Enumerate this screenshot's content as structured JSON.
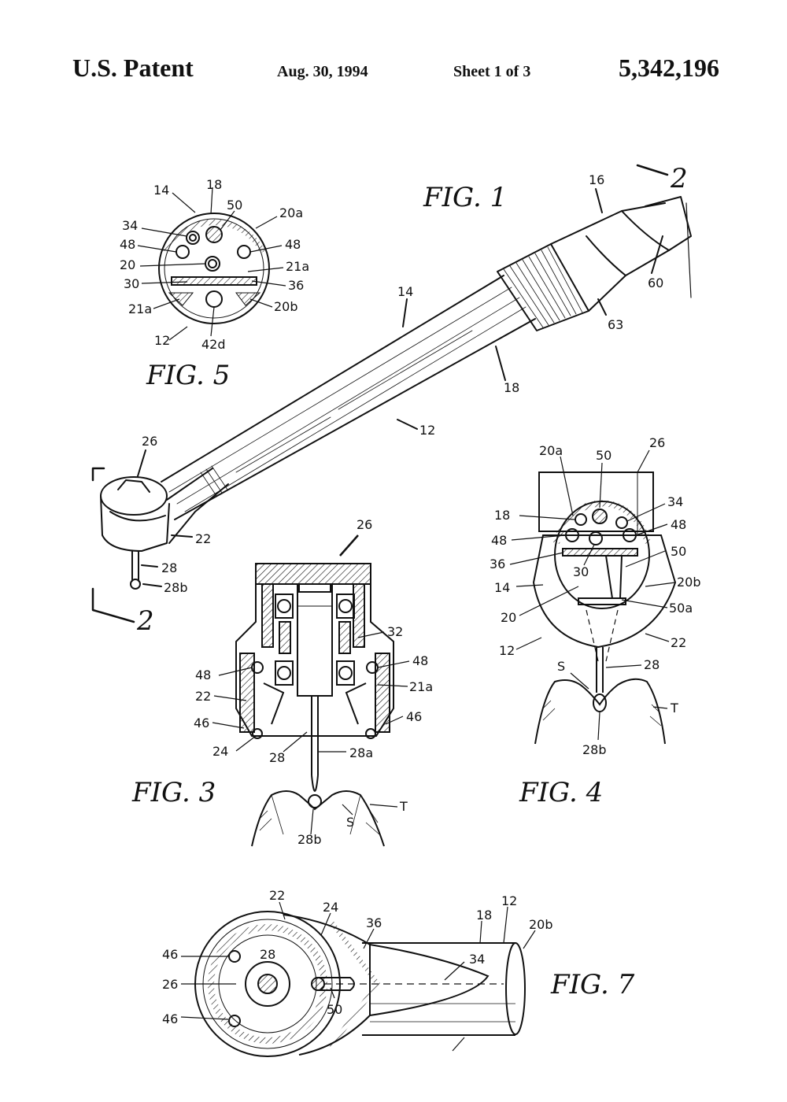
{
  "header": {
    "left": "U.S. Patent",
    "date": "Aug. 30, 1994",
    "sheet": "Sheet 1 of 3",
    "number": "5,342,196"
  },
  "figures": {
    "fig1": {
      "caption": "FIG. 1",
      "labels": [
        "16",
        "2",
        "60",
        "63",
        "14",
        "18",
        "12",
        "26",
        "22",
        "28",
        "28b",
        "2"
      ]
    },
    "fig5": {
      "caption": "FIG. 5",
      "labels": [
        "14",
        "18",
        "50",
        "20a",
        "34",
        "48",
        "48",
        "20",
        "21a",
        "30",
        "36",
        "21a",
        "20b",
        "12",
        "42d"
      ]
    },
    "fig3": {
      "caption": "FIG. 3",
      "labels": [
        "26",
        "32",
        "48",
        "48",
        "22",
        "21a",
        "46",
        "46",
        "24",
        "28",
        "28a",
        "T",
        "S",
        "28b"
      ]
    },
    "fig4": {
      "caption": "FIG. 4",
      "labels": [
        "20a",
        "50",
        "26",
        "18",
        "34",
        "48",
        "48",
        "50",
        "36",
        "30",
        "14",
        "20b",
        "20",
        "50a",
        "12",
        "22",
        "28",
        "S",
        "T",
        "28b"
      ]
    },
    "fig7": {
      "caption": "FIG. 7",
      "labels": [
        "22",
        "24",
        "36",
        "18",
        "12",
        "20b",
        "46",
        "28",
        "34",
        "26",
        "50",
        "46"
      ]
    }
  }
}
